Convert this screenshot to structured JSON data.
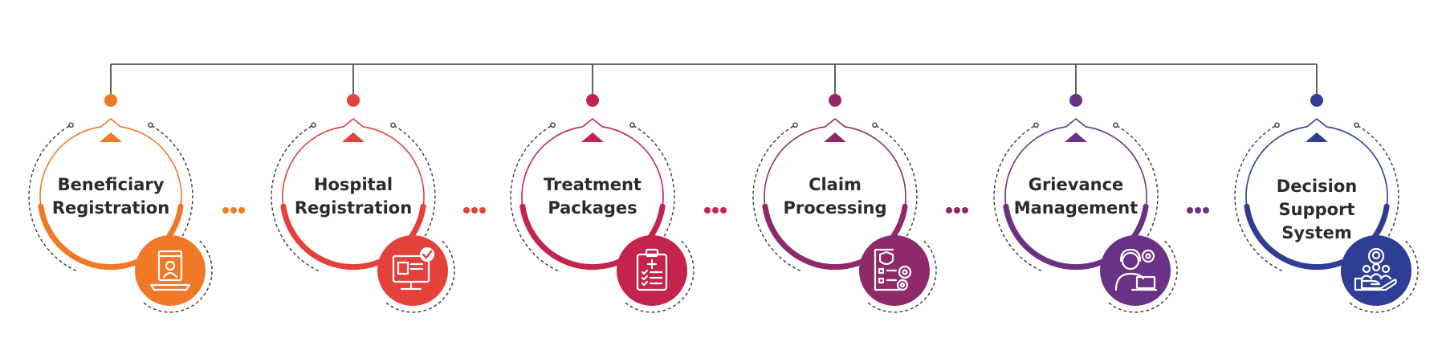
{
  "title": "",
  "colors": {
    "connector_line": "#3a3a3a",
    "dashed_ring": "#3a3a3a",
    "icon_glyph": "#ffffff"
  },
  "modules": [
    {
      "label": "Beneficiary Registration",
      "color": "#f07827",
      "icon": "user-profile-laptop-icon"
    },
    {
      "label": "Hospital Registration",
      "color": "#e3413a",
      "icon": "hospital-monitor-check-icon"
    },
    {
      "label": "Treatment Packages",
      "color": "#c4234e",
      "icon": "clipboard-medical-icon"
    },
    {
      "label": "Claim Processing",
      "color": "#8e2a68",
      "icon": "claim-shield-gears-icon"
    },
    {
      "label": "Grievance Management",
      "color": "#6a3285",
      "icon": "support-agent-gears-icon"
    },
    {
      "label": "Decision Support System",
      "color": "#2e3e94",
      "icon": "team-hand-support-icon"
    }
  ],
  "separator_colors": [
    "#f07827",
    "#e3413a",
    "#c4234e",
    "#8e2a68",
    "#6a3285"
  ]
}
